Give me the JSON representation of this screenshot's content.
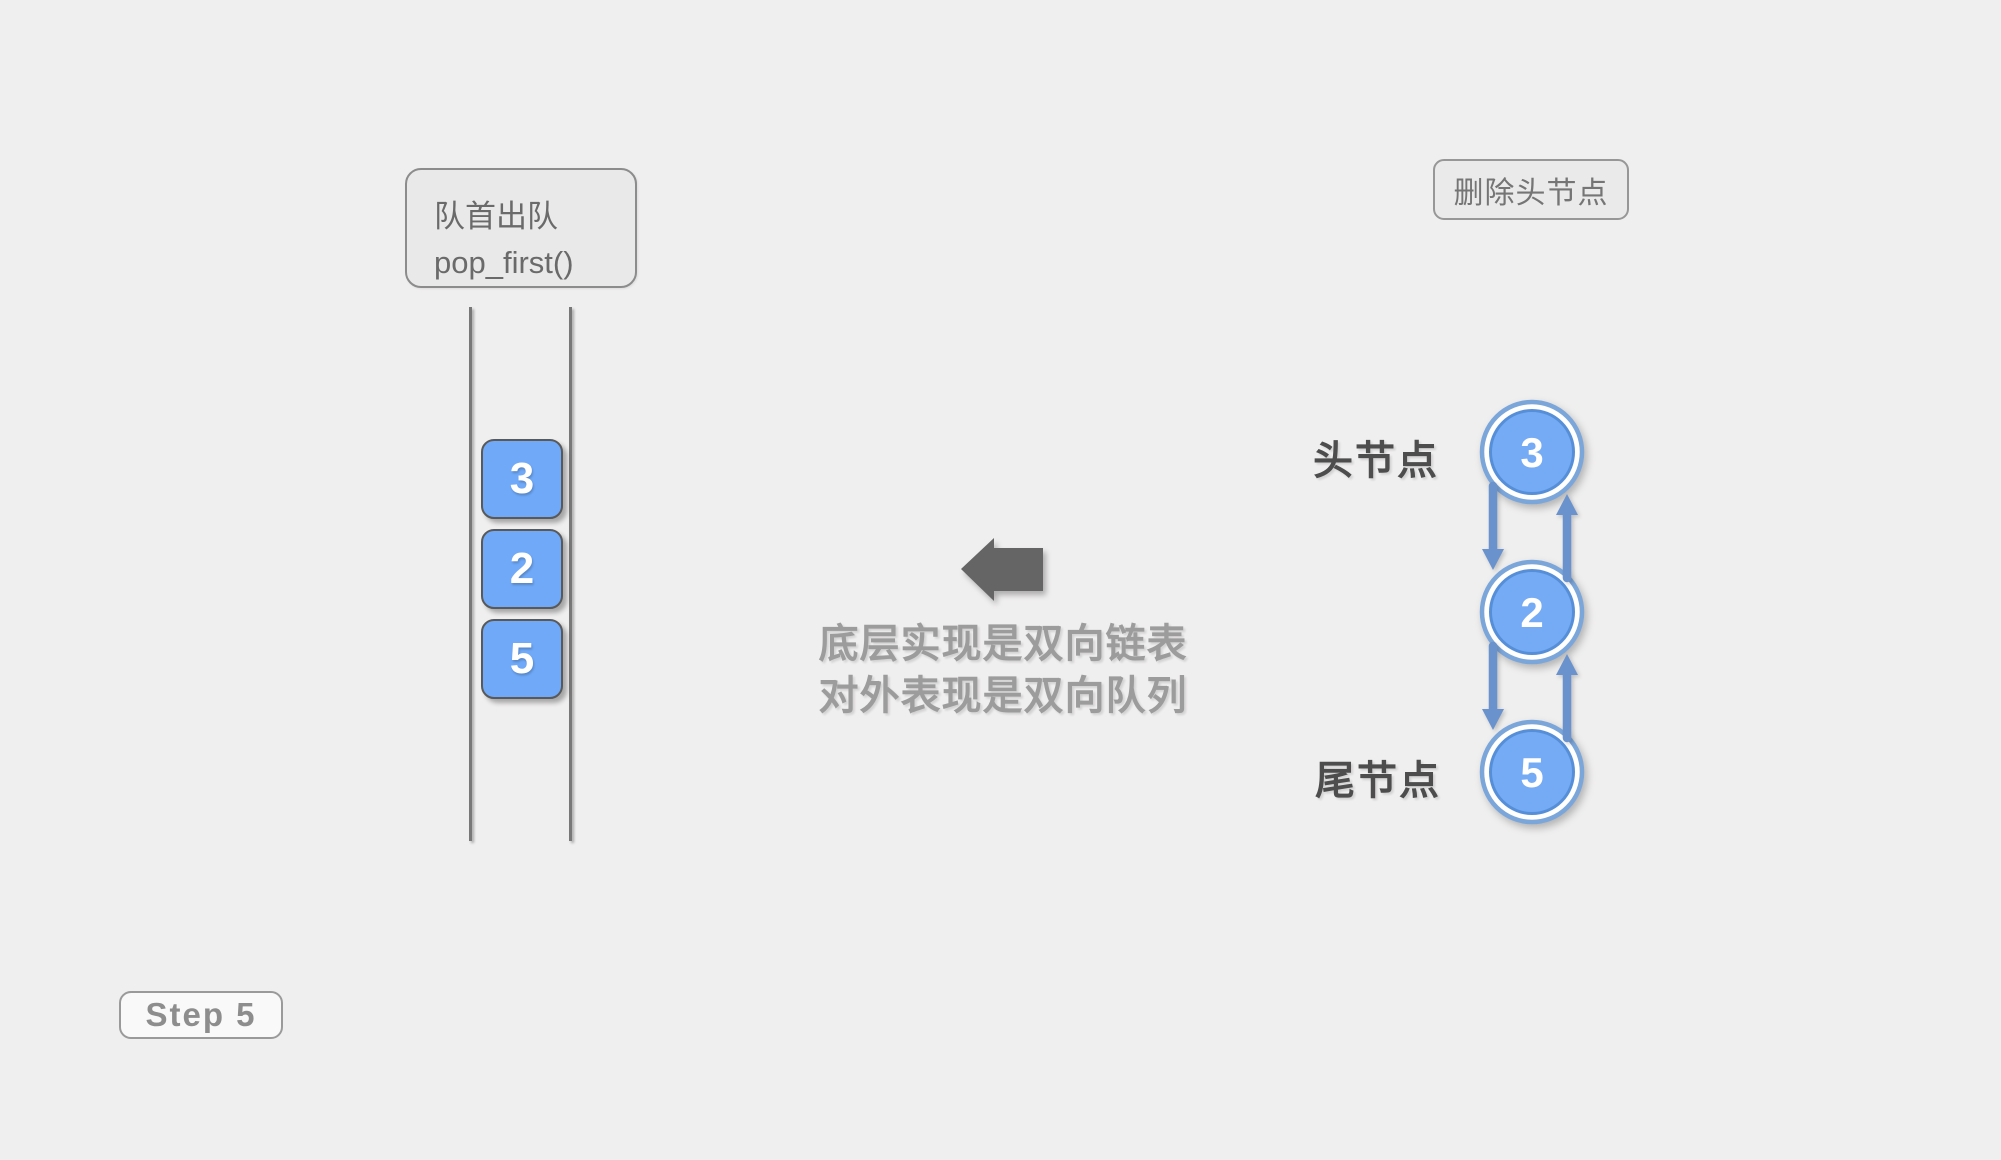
{
  "colors": {
    "background": "#f0efef",
    "queue_block_fill": "#6fa9f8",
    "node_fill": "#75abf5",
    "node_ring": "#7ba6da",
    "node_inner_border": "#568fd8",
    "link_arrow_blue": "#6a92cc",
    "big_arrow_gray": "#656565",
    "box_fill": "#e9e9e9",
    "box_border": "#8c8c8c",
    "caption_gray": "#9c9c9c",
    "label_dark": "#4d4d4d"
  },
  "queue_panel": {
    "title_line1": "队首出队",
    "title_line2": "pop_first()",
    "items": [
      "3",
      "2",
      "5"
    ]
  },
  "center": {
    "arrow_icon": "left-block-arrow",
    "caption_line1": "底层实现是双向链表",
    "caption_line2": "对外表现是双向队列"
  },
  "linked_list": {
    "title": "删除头节点",
    "head_label": "头节点",
    "tail_label": "尾节点",
    "nodes": [
      "3",
      "2",
      "5"
    ]
  },
  "step_badge": {
    "label": "Step 5"
  }
}
